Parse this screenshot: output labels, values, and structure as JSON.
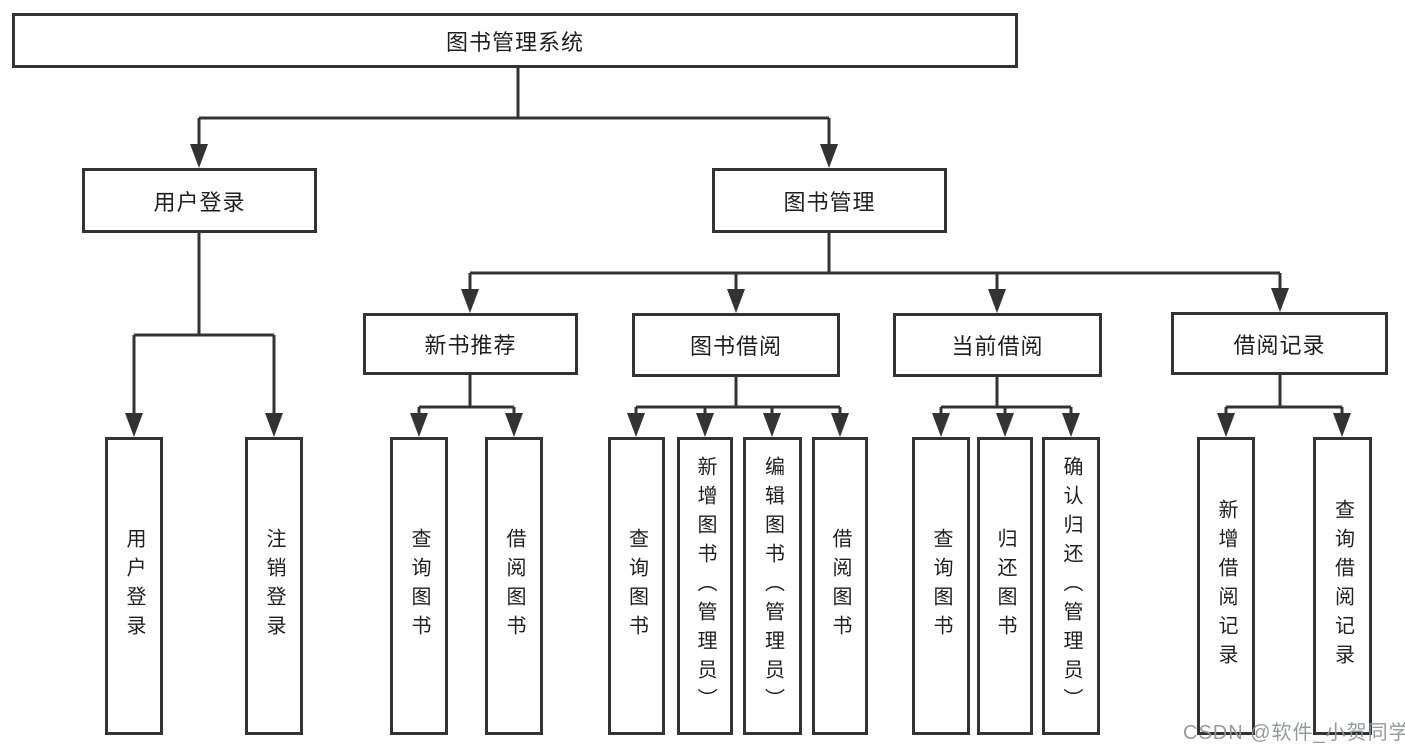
{
  "diagram": {
    "title": "图书管理系统",
    "level2": [
      "用户登录",
      "图书管理"
    ],
    "level3": [
      "新书推荐",
      "图书借阅",
      "当前借阅",
      "借阅记录"
    ],
    "leaves": {
      "user_login": [
        "用户登录",
        "注销登录"
      ],
      "new_books": [
        "查询图书",
        "借阅图书"
      ],
      "book_borrow": [
        "查询图书",
        "新增图书（管理员）",
        "编辑图书（管理员）",
        "借阅图书"
      ],
      "current_borrow": [
        "查询图书",
        "归还图书",
        "确认归还（管理员）"
      ],
      "borrow_records": [
        "新增借阅记录",
        "查询借阅记录"
      ]
    },
    "watermark": "CSDN @软件_小贺同学",
    "colors": {
      "line": "#333333",
      "text": "#1f1f1f",
      "box_fill": "#ffffff",
      "watermark": "#919396",
      "background": "#ffffff"
    }
  }
}
